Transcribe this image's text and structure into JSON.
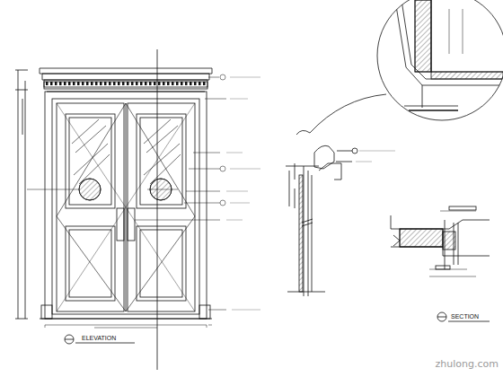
{
  "diagram": {
    "labels": [
      "ELEVATION",
      "SECTION",
      "zhulong.com"
    ]
  }
}
